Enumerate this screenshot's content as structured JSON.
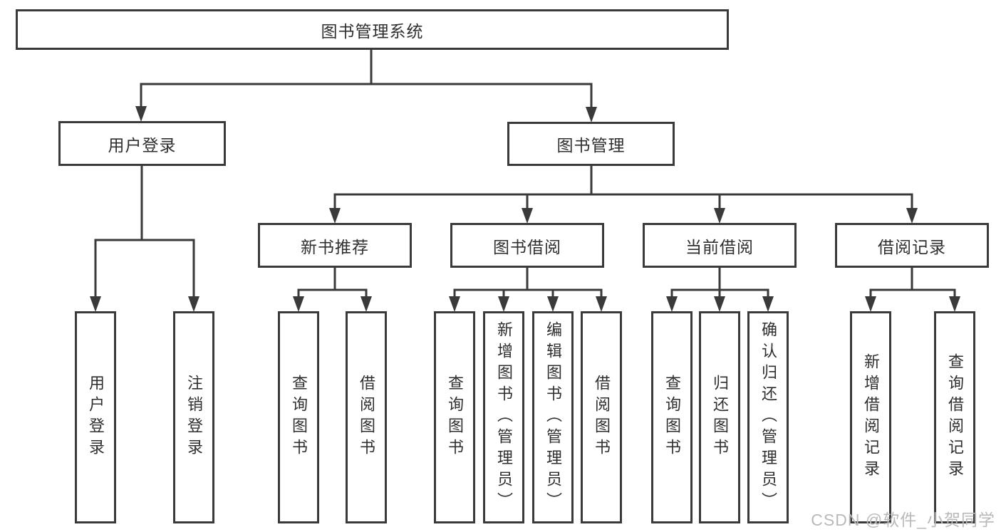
{
  "page": {
    "background_color": "#ffffff",
    "line_color": "#3a3a3a",
    "text_color": "#2f2f2f",
    "watermark_color": "#b9b9b9"
  },
  "diagram": {
    "root": {
      "label": "图书管理系统"
    },
    "level2": [
      {
        "id": "user-login",
        "label": "用户登录"
      },
      {
        "id": "book-management",
        "label": "图书管理"
      }
    ],
    "level3": [
      {
        "id": "new-book-recommend",
        "label": "新书推荐",
        "parent": "图书管理"
      },
      {
        "id": "book-borrowing",
        "label": "图书借阅",
        "parent": "图书管理"
      },
      {
        "id": "current-borrowing",
        "label": "当前借阅",
        "parent": "图书管理"
      },
      {
        "id": "borrowing-records",
        "label": "借阅记录",
        "parent": "图书管理"
      }
    ],
    "leaves": [
      {
        "parent": "用户登录",
        "label": "用户登录"
      },
      {
        "parent": "用户登录",
        "label": "注销登录"
      },
      {
        "parent": "新书推荐",
        "label": "查询图书"
      },
      {
        "parent": "新书推荐",
        "label": "借阅图书"
      },
      {
        "parent": "图书借阅",
        "label": "查询图书"
      },
      {
        "parent": "图书借阅",
        "label": "新增图书（管理员）"
      },
      {
        "parent": "图书借阅",
        "label": "编辑图书（管理员）"
      },
      {
        "parent": "图书借阅",
        "label": "借阅图书"
      },
      {
        "parent": "当前借阅",
        "label": "查询图书"
      },
      {
        "parent": "当前借阅",
        "label": "归还图书"
      },
      {
        "parent": "当前借阅",
        "label": "确认归还（管理员）"
      },
      {
        "parent": "借阅记录",
        "label": "新增借阅记录"
      },
      {
        "parent": "借阅记录",
        "label": "查询借阅记录"
      }
    ],
    "watermark": "CSDN @软件_小贺同学"
  }
}
